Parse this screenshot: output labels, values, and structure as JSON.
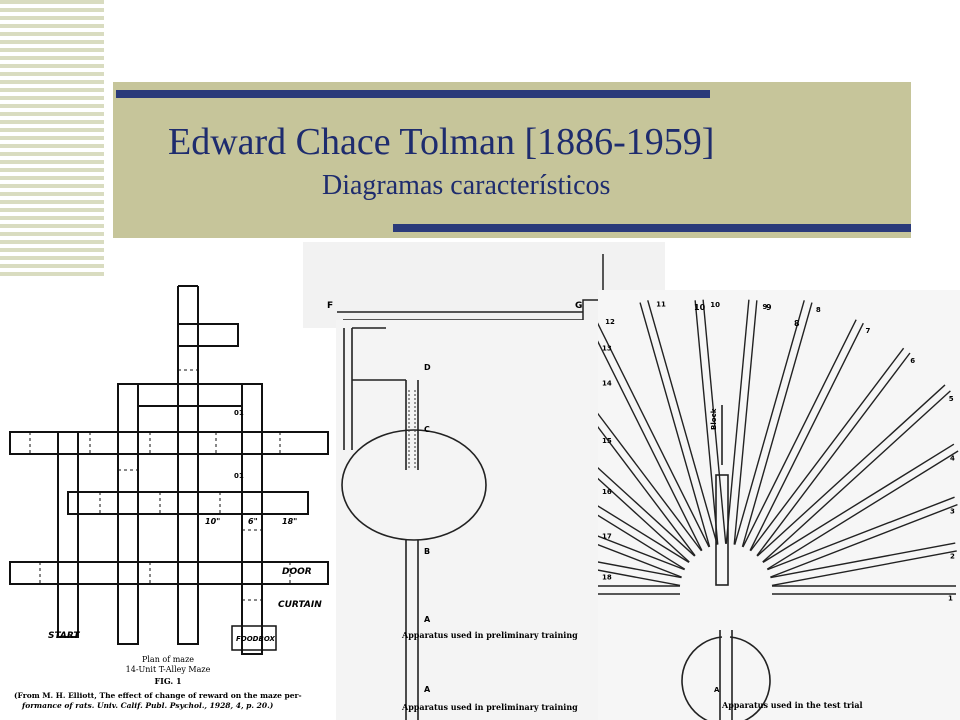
{
  "slide": {
    "title": "Edward Chace Tolman [1886-1959]",
    "subtitle": "Diagramas característicos"
  },
  "maze": {
    "start_label": "START",
    "door_label": "DOOR",
    "curtain_label": "CURTAIN",
    "foodbox_label": "FOODBOX",
    "dim_labels": [
      "10\"",
      "6\"",
      "18\""
    ],
    "side_dims": [
      "01",
      "01"
    ],
    "plan_title": "Plan of maze",
    "plan_subtitle": "14-Unit T-Alley Maze",
    "fig_label": "FIG. 1",
    "citation_line1": "(From M. H. Elliott, The effect of change of reward on the maze per-",
    "citation_line2": "formance of rats. Univ. Calif. Publ. Psychol., 1928, 4, p. 20.)"
  },
  "apparatus_training": {
    "letters": [
      "F",
      "G",
      "D",
      "C",
      "B",
      "A",
      "A"
    ],
    "caption": "Apparatus used in preliminary training"
  },
  "apparatus_test": {
    "block_label": "Block",
    "caption": "Apparatus used in the test trial",
    "arm_numbers": [
      "1",
      "2",
      "3",
      "4",
      "5",
      "6",
      "7",
      "8",
      "9",
      "10",
      "11",
      "12",
      "13",
      "14",
      "15",
      "16",
      "17",
      "18"
    ],
    "top_numbers": [
      "10",
      "9",
      "8"
    ],
    "bottom_letter": "A"
  }
}
